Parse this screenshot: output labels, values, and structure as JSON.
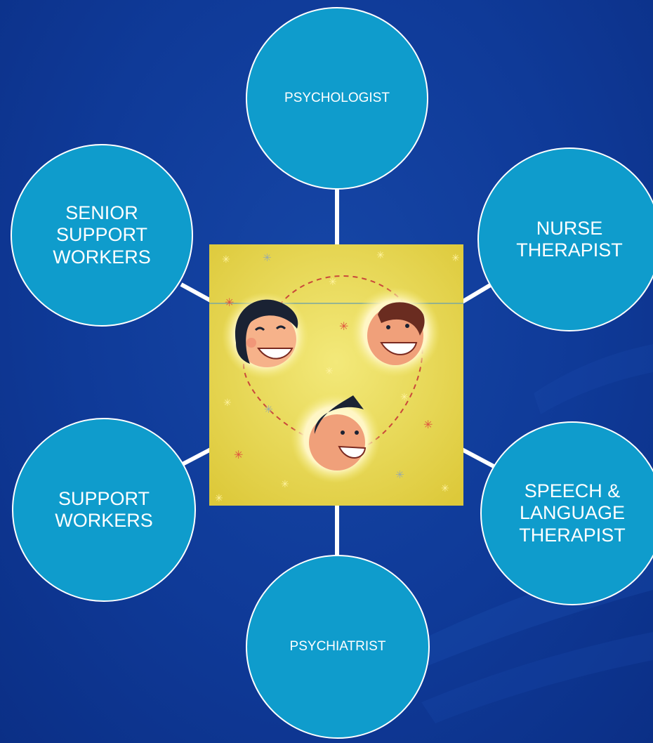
{
  "nodes": {
    "psychologist": "PSYCHOLOGIST",
    "nurse_therapist": "NURSE\nTHERAPIST",
    "speech_language_therapist": "SPEECH &\nLANGUAGE\nTHERAPIST",
    "psychiatrist": "PSYCHIATRIST",
    "support_workers": "SUPPORT\nWORKERS",
    "senior_support_workers": "SENIOR\nSUPPORT\nWORKERS"
  },
  "colors": {
    "background": "#0f3a98",
    "node_fill": "#0f9ccc",
    "node_border": "#ffffff",
    "connector": "#ffffff",
    "illustration_bg": "#e8d84a"
  }
}
